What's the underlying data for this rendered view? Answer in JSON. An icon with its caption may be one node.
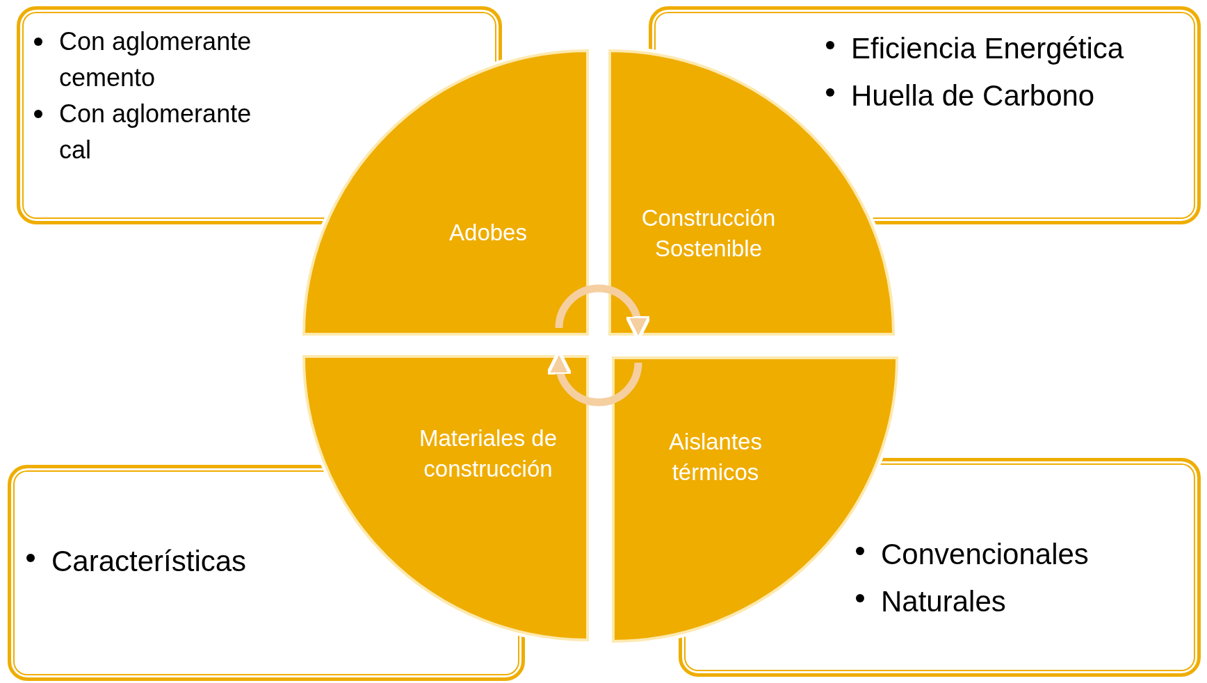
{
  "diagram": {
    "nodes": [
      {
        "text": [
          "Con aglomerante cemento",
          "Con aglomerante cal"
        ]
      },
      {
        "text": [
          "Eficiencia Energética",
          "Huella de Carbono"
        ]
      },
      {
        "text": [
          "Características"
        ]
      },
      {
        "text": [
          "Convencionales",
          "Naturales"
        ]
      },
      {
        "text": [
          "Adobes"
        ]
      },
      {
        "text": [
          "Construcción Sostenible"
        ]
      },
      {
        "text": [
          "Materiales de construcción"
        ]
      },
      {
        "text": [
          "Aislantes térmicos"
        ]
      }
    ],
    "edges": [
      {
        "from": 4,
        "to": 5,
        "arrow": "to"
      },
      {
        "from": 7,
        "to": 6,
        "arrow": "to"
      }
    ]
  }
}
